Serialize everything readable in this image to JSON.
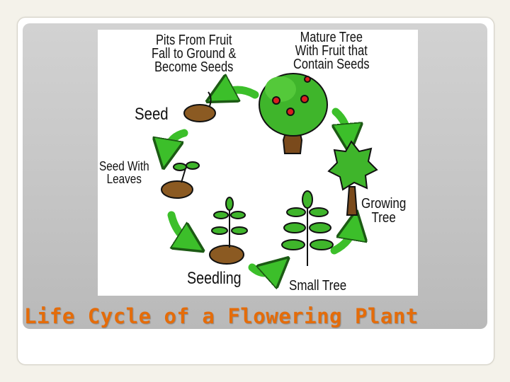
{
  "slide": {
    "title": "Life Cycle of a Flowering Plant"
  },
  "diagram": {
    "stages": {
      "pits": "Pits From Fruit\nFall to Ground &\nBecome Seeds",
      "mature": "Mature Tree\nWith Fruit that\nContain Seeds",
      "seed": "Seed",
      "seed_leaves": "Seed With\nLeaves",
      "growing": "Growing\nTree",
      "seedling": "Seedling",
      "small_tree": "Small Tree"
    },
    "icons": [
      "fruit-tree-icon",
      "growing-tree-icon",
      "small-tree-icon",
      "seedling-icon",
      "sprouting-seed-icon",
      "seed-icon",
      "cycle-arrow-icon"
    ],
    "colors": {
      "arrow": "#3cbf2a",
      "leaf": "#3fb52b",
      "trunk": "#7a4a1c",
      "fruit": "#d91f1f",
      "title": "#e46c0a"
    }
  }
}
